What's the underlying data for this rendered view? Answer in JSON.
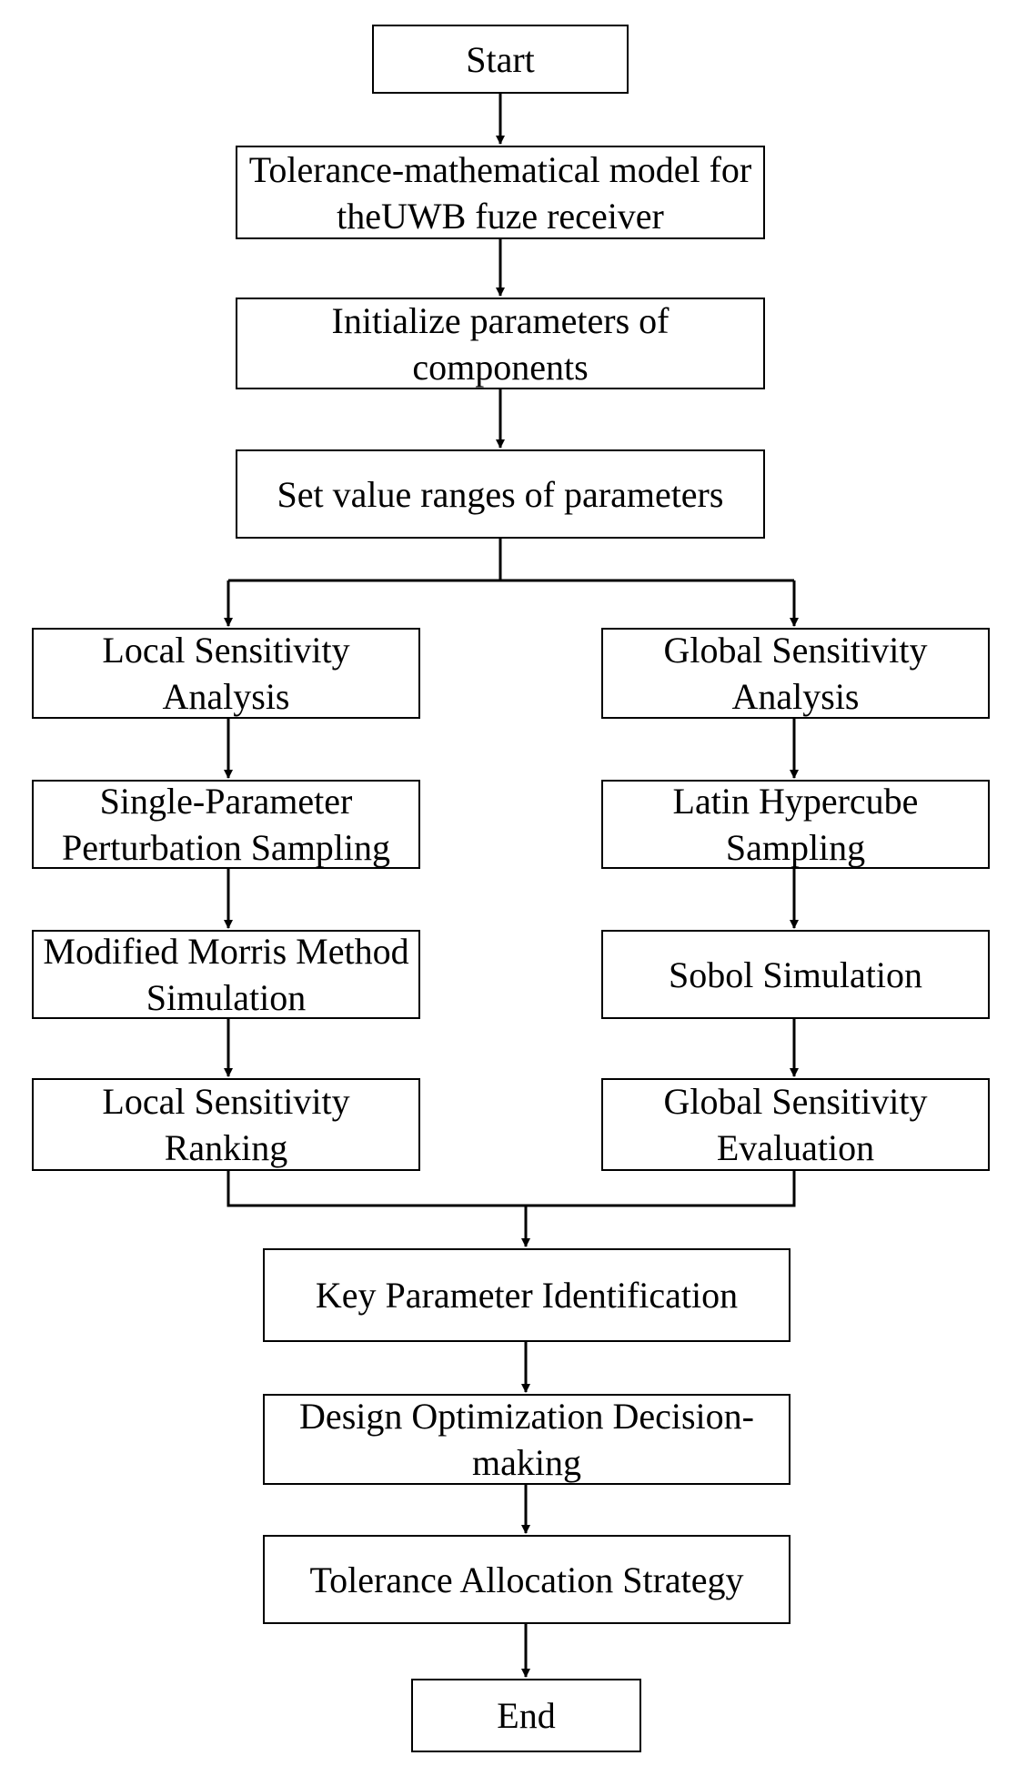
{
  "flowchart": {
    "start": "Start",
    "tolerance_model": "Tolerance-mathematical model for theUWB fuze receiver",
    "initialize": "Initialize parameters of components",
    "set_ranges": "Set value ranges of parameters",
    "local_branch": {
      "analysis": "Local Sensitivity Analysis",
      "sampling": "Single-Parameter Perturbation Sampling",
      "simulation": "Modified Morris Method Simulation",
      "result": "Local Sensitivity Ranking"
    },
    "global_branch": {
      "analysis": "Global Sensitivity Analysis",
      "sampling": "Latin Hypercube Sampling",
      "simulation": "Sobol Simulation",
      "result": "Global Sensitivity Evaluation"
    },
    "key_params": "Key Parameter Identification",
    "design_opt": "Design Optimization Decision-making",
    "allocation": "Tolerance Allocation Strategy",
    "end": "End"
  }
}
